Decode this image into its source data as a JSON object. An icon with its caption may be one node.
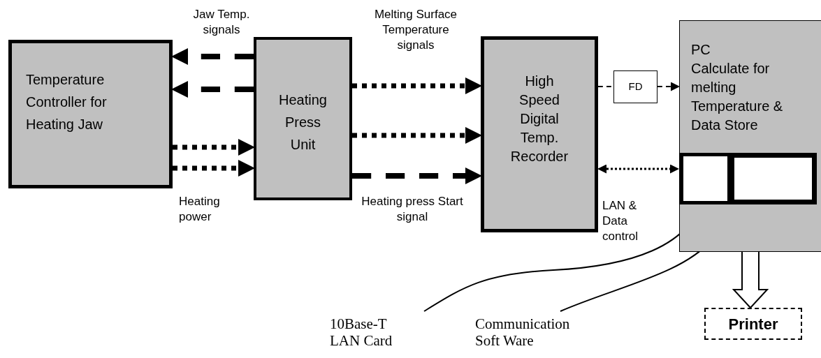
{
  "diagram": {
    "nodes": [
      {
        "text": [
          "Temperature Controller for Heating Jaw"
        ]
      },
      {
        "text": [
          "Heating Press Unit"
        ]
      },
      {
        "text": [
          "High Speed Digital Temp. Recorder"
        ]
      },
      {
        "text": [
          "FD"
        ]
      },
      {
        "text": [
          "PC",
          "Calculate for melting Temperature & Data Store"
        ]
      },
      {
        "text": [],
        "shape": "box",
        "in": 4
      },
      {
        "text": [],
        "shape": "box",
        "in": 4
      },
      {
        "text": [
          "10Base-T LAN Card"
        ]
      },
      {
        "text": [
          "Communication Soft Ware"
        ]
      },
      {
        "text": [
          "Printer"
        ]
      }
    ],
    "edges": [
      {
        "from": 1,
        "to": 0,
        "arrow": "to",
        "style": "dashed"
      },
      {
        "from": 1,
        "to": 0,
        "arrow": "to",
        "style": "dashed"
      },
      {
        "from": 0,
        "to": 1,
        "arrow": "to",
        "style": "dashed"
      },
      {
        "from": 0,
        "to": 1,
        "arrow": "to",
        "style": "dashed"
      },
      {
        "from": 1,
        "to": 2,
        "arrow": "to",
        "style": "dashed"
      },
      {
        "from": 1,
        "to": 2,
        "arrow": "to",
        "style": "dashed"
      },
      {
        "from": 1,
        "to": 2,
        "arrow": "to",
        "style": "dashed"
      },
      {
        "from": 2,
        "to": 3,
        "arrow": "none",
        "style": "dashed"
      },
      {
        "from": 3,
        "to": 4,
        "arrow": "to",
        "style": "dashed"
      },
      {
        "from": 2,
        "to": 5,
        "arrow": "both",
        "style": "dashed"
      },
      {
        "from": 7,
        "to": 5,
        "arrow": "none"
      },
      {
        "from": 8,
        "to": 6,
        "arrow": "none"
      },
      {
        "from": 4,
        "to": 9,
        "arrow": "to",
        "style": "thick"
      }
    ],
    "labels": [
      "Jaw Temp. signals",
      "Melting Surface Temperature signals",
      "Heating power",
      "Heating press Start signal",
      "LAN & Data control"
    ]
  }
}
